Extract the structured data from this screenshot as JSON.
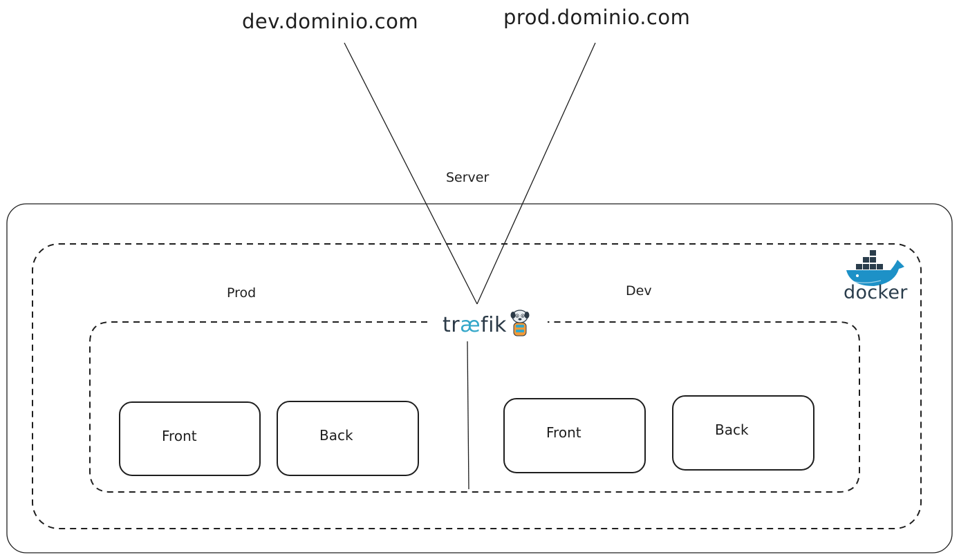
{
  "domains": {
    "dev": "dev.dominio.com",
    "prod": "prod.dominio.com"
  },
  "server": {
    "label": "Server"
  },
  "environments": {
    "prod": {
      "label": "Prod",
      "front": "Front",
      "back": "Back"
    },
    "dev": {
      "label": "Dev",
      "front": "Front",
      "back": "Back"
    }
  },
  "traefik": {
    "prefix": "tr",
    "ae": "æ",
    "suffix": "fik"
  },
  "docker": {
    "label": "docker"
  },
  "icons": [
    "traefik-gopher-icon",
    "docker-whale-icon"
  ],
  "colors": {
    "stroke": "#1e1e1e",
    "docker_blue": "#1d91c7",
    "docker_dark": "#2a3d4c",
    "traefik_text": "#2b3a47",
    "traefik_accent": "#34a7c9",
    "gopher_orange": "#f29a38"
  }
}
